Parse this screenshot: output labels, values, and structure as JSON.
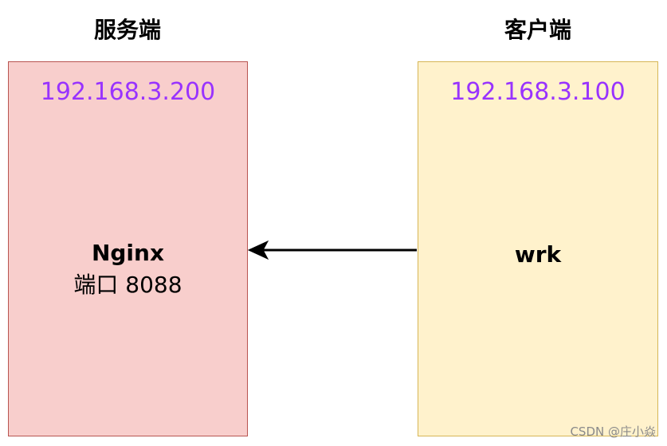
{
  "server": {
    "heading": "服务端",
    "ip": "192.168.3.200",
    "service_name": "Nginx",
    "port_label": "端口 8088",
    "fill_color": "#f8cecc",
    "border_color": "#b85450"
  },
  "client": {
    "heading": "客户端",
    "ip": "192.168.3.100",
    "service_name": "wrk",
    "fill_color": "#fff2cc",
    "border_color": "#d6b656"
  },
  "ip_color": "#9933ff",
  "watermark": "CSDN @庄小焱"
}
